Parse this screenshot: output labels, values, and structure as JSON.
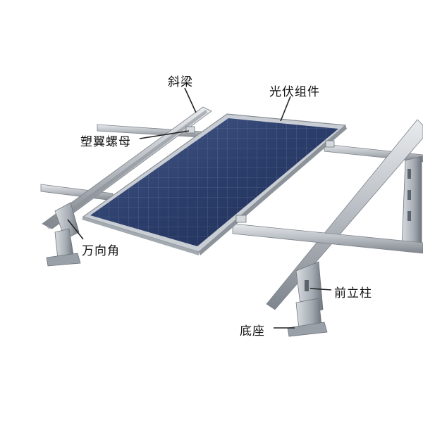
{
  "labels": {
    "diagonal_beam": "斜梁",
    "pv_module": "光伏组件",
    "plastic_wing_nut": "塑翼螺母",
    "universal_angle": "万向角",
    "front_post": "前立柱",
    "base": "底座"
  },
  "colors": {
    "rail": "#b9bec4",
    "rail_shadow": "#7d838a",
    "panel_cell": "#2c3f6d",
    "panel_frame": "#c9ced4",
    "leader": "#222222"
  }
}
